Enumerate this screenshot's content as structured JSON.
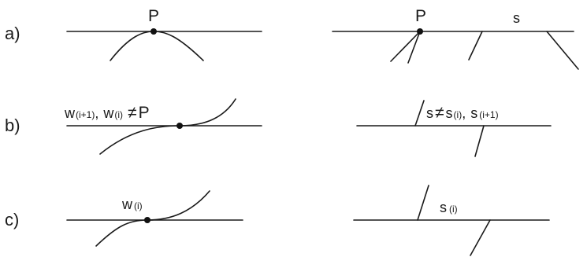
{
  "rows": {
    "a": {
      "label": "a)",
      "left_point": "P",
      "right_point": "P",
      "right_segment": "s"
    },
    "b": {
      "label": "b)",
      "left_w1": "w",
      "left_w1_sub": "(i+1)",
      "left_comma": ",",
      "left_w2": "w",
      "left_w2_sub": "(i)",
      "left_neq": "≠",
      "left_p": "P",
      "right_s": "s",
      "right_neq": "≠",
      "right_s1": "s",
      "right_s1_sub": "(i)",
      "right_comma": ",",
      "right_s2": "s",
      "right_s2_sub": "(i+1)"
    },
    "c": {
      "label": "c)",
      "left_w": "w",
      "left_w_sub": "(i)",
      "right_s": "s",
      "right_s_sub": "(i)"
    }
  }
}
